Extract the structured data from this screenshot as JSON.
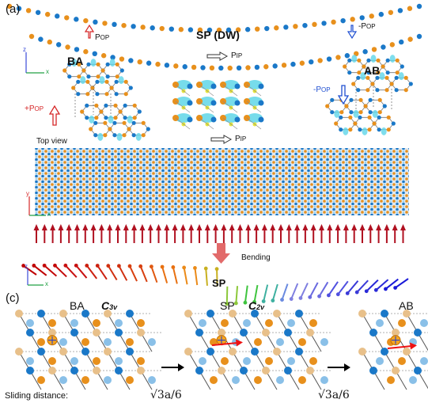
{
  "panels": {
    "a": "(a)",
    "c": "(c)"
  },
  "chain": {
    "sp_dw": "SP (DW)",
    "p_op_left": "P",
    "p_op_left_sub": "OP",
    "p_op_right": "-P",
    "p_op_right_sub": "OP",
    "p_ip_top": "P",
    "p_ip_top_sub": "IP",
    "p_ip_mid": "P",
    "p_ip_mid_sub": "IP"
  },
  "stacking": {
    "ba": "BA",
    "ab": "AB",
    "plus_pop": "+P",
    "plus_pop_sub": "OP",
    "minus_pop": "-P",
    "minus_pop_sub": "OP"
  },
  "axes": {
    "z": "z",
    "x": "x",
    "y": "y"
  },
  "top_view": "Top view",
  "bending": {
    "label": "Bending",
    "sp": "SP"
  },
  "panel_c": {
    "ba": "BA",
    "c3v": "C",
    "c3v_sub": "3v",
    "sp": "SP",
    "c2v": "C",
    "c2v_sub": "2v",
    "ab": "AB",
    "sliding_label": "Sliding distance:",
    "distance_1": "√3a/6",
    "distance_2": "√3a/6"
  },
  "colors": {
    "orange": "#e8901c",
    "blue": "#1a78c8",
    "red": "#d62728",
    "cyan": "#5fd6e8",
    "navy": "#1f3fbf"
  }
}
